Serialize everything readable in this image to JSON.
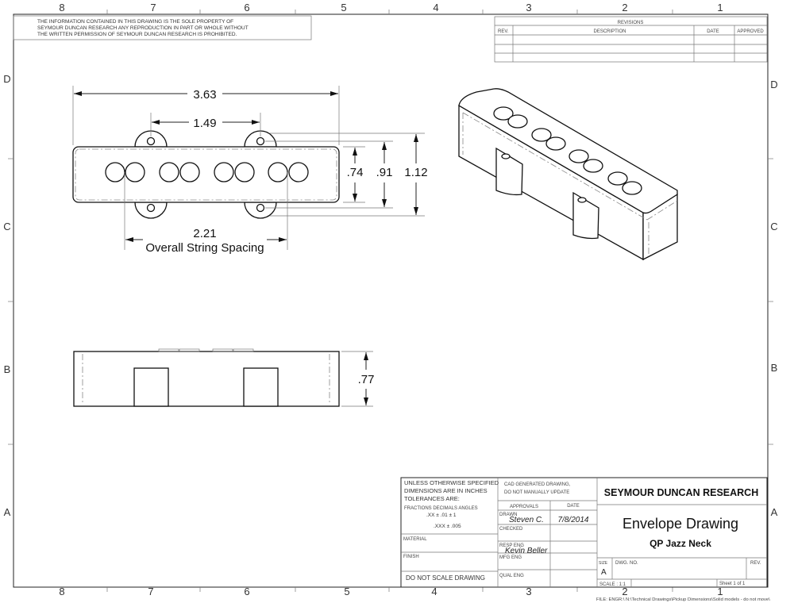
{
  "zones": {
    "columns": [
      "8",
      "7",
      "6",
      "5",
      "4",
      "3",
      "2",
      "1"
    ],
    "rows": [
      "D",
      "C",
      "B",
      "A"
    ]
  },
  "notice": {
    "lines": [
      "THE INFORMATION CONTAINED IN THIS DRAWING IS THE SOLE PROPERTY OF",
      "SEYMOUR DUNCAN RESEARCH  ANY REPRODUCTION IN PART OR WHOLE WITHOUT",
      "THE WRITTEN PERMISSION OF SEYMOUR DUNCAN RESEARCH IS PROHIBITED."
    ]
  },
  "revisions": {
    "title": "REVISIONS",
    "headers": [
      "REV.",
      "DESCRIPTION",
      "DATE",
      "APPROVED"
    ]
  },
  "top_view": {
    "overall_length": "3.63",
    "mount_spacing": "1.49",
    "string_spacing": "2.21",
    "string_spacing_label": "Overall String Spacing",
    "body_width": ".74",
    "ear_hole_span": ".91",
    "overall_width": "1.12"
  },
  "side_view": {
    "height": ".77"
  },
  "title_block": {
    "tolerance_lines": [
      "UNLESS OTHERWISE SPECIFIED",
      "DIMENSIONS ARE IN INCHES",
      "TOLERANCES ARE:"
    ],
    "tol_header": "FRACTIONS   DECIMALS   ANGLES",
    "tol_xx": ".XX ±  .01     ± 1",
    "tol_xxx": ".XXX  ±  .005",
    "material": "MATERIAL",
    "finish": "FINISH",
    "do_not_scale": "DO NOT SCALE DRAWING",
    "cad_lines": [
      "CAD GENERATED DRAWING,",
      "DO NOT MANUALLY UPDATE"
    ],
    "approvals": "APPROVALS",
    "date": "DATE",
    "drawn": "DRAWN",
    "drawn_by": "Steven C.",
    "drawn_date": "7/8/2014",
    "checked": "CHECKED",
    "resp_eng": "RESP ENG",
    "resp_eng_name": "Kevin Beller",
    "mfg_eng": "MFG ENG",
    "qual_eng": "QUAL ENG",
    "company": "SEYMOUR DUNCAN RESEARCH",
    "title": "Envelope Drawing",
    "subtitle": "QP Jazz Neck",
    "size_label": "SIZE",
    "size": "A",
    "dwg_no": "DWG.  NO.",
    "rev": "REV.",
    "scale": "SCALE : 1:1",
    "sheet": "Sheet  1  of  1",
    "file_path": "FILE: ENGR:\\  N:\\Technical Drawings\\Pickup Dimensions\\Solid models - do not move\\"
  }
}
